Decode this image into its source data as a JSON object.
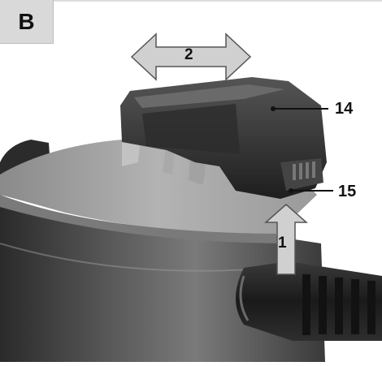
{
  "panel_label": "B",
  "callouts": {
    "battery": "14",
    "release_button": "15"
  },
  "arrows": {
    "insert_direction": "1",
    "slide_direction": "2"
  },
  "colors": {
    "arrow_fill": "#d0d0d0",
    "arrow_stroke": "#555555",
    "panel_label_bg": "#d9d9d9"
  }
}
